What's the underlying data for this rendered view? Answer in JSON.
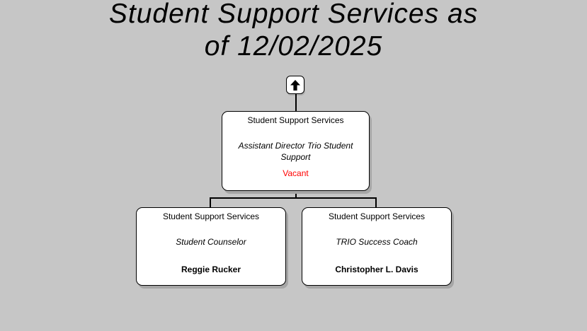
{
  "title": {
    "line1": "Student Support Services as",
    "line2": "of 12/02/2025"
  },
  "controls": {
    "navigate_up_icon": "up-arrow"
  },
  "org_chart": {
    "root": {
      "department": "Student Support Services",
      "job_title": "Assistant Director Trio Student Support",
      "person": "Vacant",
      "is_vacant": true
    },
    "children": [
      {
        "department": "Student Support Services",
        "job_title": "Student Counselor",
        "person": "Reggie Rucker",
        "is_vacant": false
      },
      {
        "department": "Student Support Services",
        "job_title": "TRIO Success Coach",
        "person": "Christopher L. Davis",
        "is_vacant": false
      }
    ]
  },
  "colors": {
    "page_background": "#c6c6c6",
    "node_background": "#ffffff",
    "node_border": "#000000",
    "connector": "#000000",
    "text": "#000000",
    "vacant_text": "#ff0000",
    "node_shadow": "#a6a6a6"
  }
}
